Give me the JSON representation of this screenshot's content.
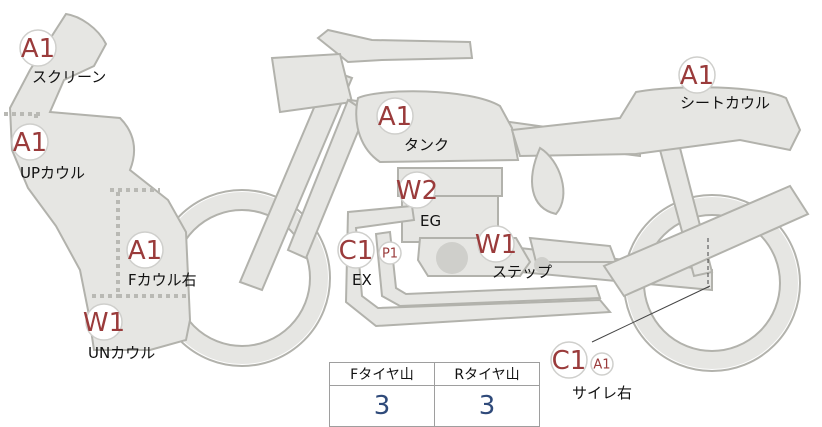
{
  "parts": [
    {
      "key": "screen",
      "label": "スクリーン",
      "codes": [
        "A1"
      ]
    },
    {
      "key": "upper-cowl",
      "label": "UPカウル",
      "codes": [
        "A1"
      ]
    },
    {
      "key": "f-cowl-right",
      "label": "Fカウル右",
      "codes": [
        "A1"
      ]
    },
    {
      "key": "under-cowl",
      "label": "UNカウル",
      "codes": [
        "W1"
      ]
    },
    {
      "key": "tank",
      "label": "タンク",
      "codes": [
        "A1"
      ]
    },
    {
      "key": "engine",
      "label": "EG",
      "codes": [
        "W2"
      ]
    },
    {
      "key": "exhaust",
      "label": "EX",
      "codes": [
        "C1",
        "P1"
      ]
    },
    {
      "key": "step",
      "label": "ステップ",
      "codes": [
        "W1"
      ]
    },
    {
      "key": "seat-cowl",
      "label": "シートカウル",
      "codes": [
        "A1"
      ]
    },
    {
      "key": "silencer-right",
      "label": "サイレ右",
      "codes": [
        "C1",
        "A1"
      ]
    }
  ],
  "tires": {
    "headers": [
      "Fタイヤ山",
      "Rタイヤ山"
    ],
    "values": [
      "3",
      "3"
    ]
  }
}
